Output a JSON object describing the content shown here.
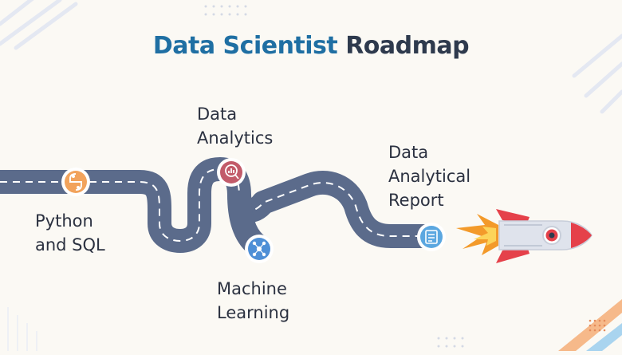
{
  "title": {
    "part1": "Data Scientist",
    "part2": "Roadmap"
  },
  "steps": [
    {
      "label": "Python\nand SQL",
      "icon": "python-icon",
      "color": "#f2a35c"
    },
    {
      "label": "Data\nAnalytics",
      "icon": "analytics-icon",
      "color": "#c25b6a"
    },
    {
      "label": "Machine\nLearning",
      "icon": "network-icon",
      "color": "#4e8fd6"
    },
    {
      "label": "Data\nAnalytical\nReport",
      "icon": "report-icon",
      "color": "#5ba7e0"
    }
  ],
  "colors": {
    "road": "#5b6b8b",
    "road_dash": "#ffffff",
    "rocket_body": "#dfe3ec",
    "rocket_red": "#e5414a",
    "flame": "#f39a2a"
  }
}
